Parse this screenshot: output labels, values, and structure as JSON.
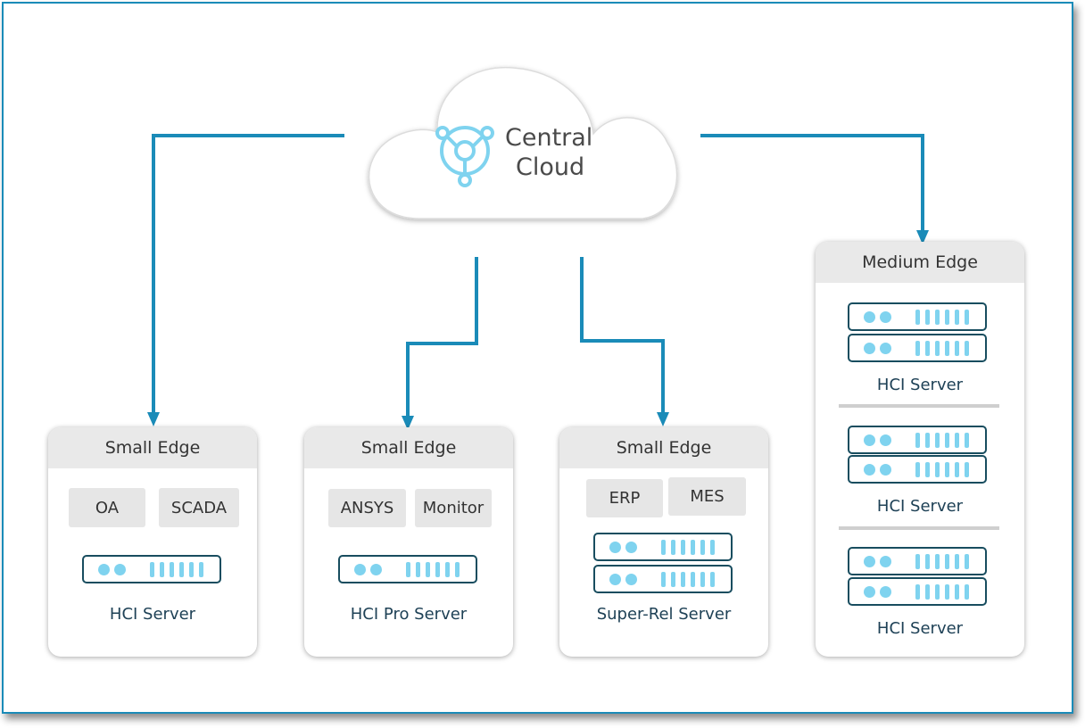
{
  "cloud": {
    "line1": "Central",
    "line2": "Cloud",
    "icon": "hub-icon"
  },
  "edges": [
    {
      "title": "Small Edge",
      "apps": [
        "OA",
        "SCADA"
      ],
      "server_label": "HCI Server",
      "units": 1
    },
    {
      "title": "Small Edge",
      "apps": [
        "ANSYS",
        "Monitor"
      ],
      "server_label": "HCI Pro Server",
      "units": 1
    },
    {
      "title": "Small Edge",
      "apps": [
        "ERP",
        "MES"
      ],
      "server_label": "Super-Rel Server",
      "units": 2
    },
    {
      "title": "Medium Edge",
      "groups": [
        {
          "server_label": "HCI Server",
          "units": 2
        },
        {
          "server_label": "HCI Server",
          "units": 2
        },
        {
          "server_label": "HCI Server",
          "units": 2
        }
      ]
    }
  ],
  "colors": {
    "connector": "#1a8bb8",
    "frame": "#1a8bb8",
    "server_outline": "#184d5f",
    "server_accent": "#7fd3ef"
  }
}
